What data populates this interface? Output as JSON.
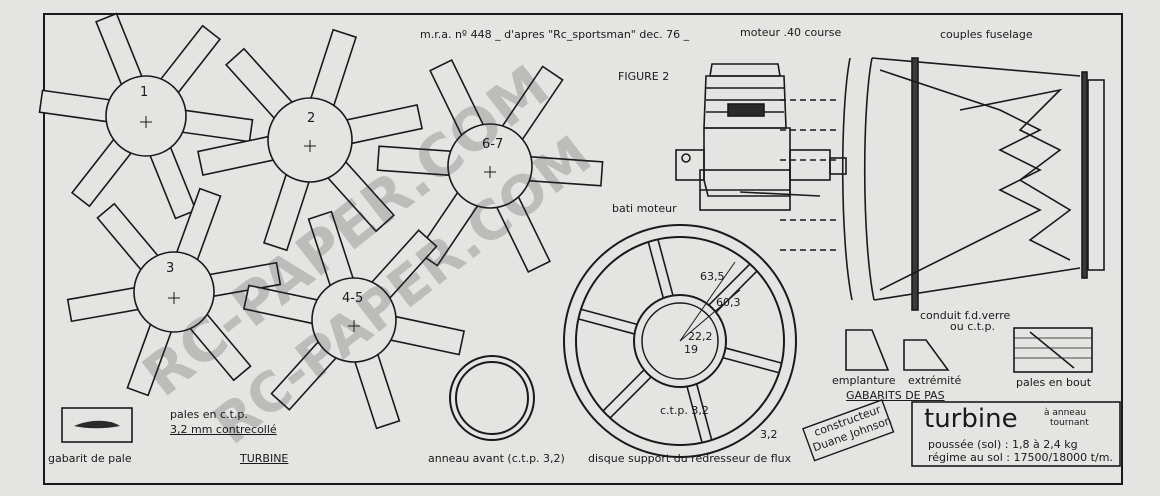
{
  "header": {
    "ref": "m.r.a. nº 448 _ d'apres \"Rc_sportsman\" dec. 76 _"
  },
  "callouts": {
    "motor": "moteur .40 course",
    "figure": "FIGURE 2",
    "couples": "couples fuselage",
    "bati": "bati moteur",
    "conduit_line1": "conduit f.d.verre",
    "conduit_line2": "ou c.t.p.",
    "emplanture": "emplanture",
    "extremite": "extrémité",
    "gabarits": "GABARITS DE PAS",
    "pales_bout": "pales en bout"
  },
  "rotor_numbers": [
    "1",
    "2",
    "6-7",
    "3",
    "4-5"
  ],
  "disk": {
    "dim_a": "63,5",
    "dim_b": "60,3",
    "dim_c": "22,2",
    "dim_d": "19",
    "material": "c.t.p. 3,2",
    "thickness": "3,2",
    "caption": "disque support du redresseur de flux"
  },
  "ring_caption": "anneau avant (c.t.p. 3,2)",
  "left_notes": {
    "gabarit_pale": "gabarit de pale",
    "pales_ctp": "pales en c.t.p.",
    "contrecolle": "3,2 mm contrecollé",
    "turbine": "TURBINE"
  },
  "stamp": {
    "line1": "constructeur",
    "line2": "Duane Johnson"
  },
  "watermark": {
    "line1": "RC-PAPER.COM",
    "line2": "RC-PAPER.COM"
  },
  "title_box": {
    "title": "turbine",
    "sub1": "à anneau",
    "sub2": "tournant",
    "line1": "poussée (sol) : 1,8  à  2,4 kg",
    "line2": "régime au sol : 17500/18000 t/m."
  }
}
